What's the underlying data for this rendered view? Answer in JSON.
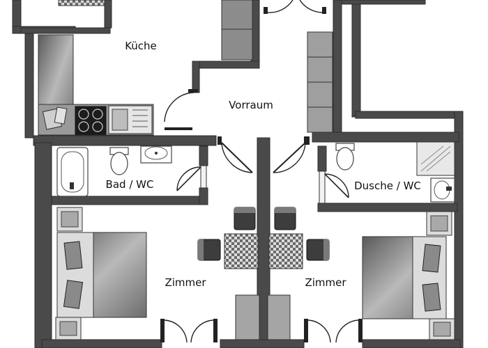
{
  "rooms": {
    "kitchen": "Küche",
    "hall": "Vorraum",
    "bath_left": "Bad / WC",
    "bath_right": "Dusche / WC",
    "room_left": "Zimmer",
    "room_right": "Zimmer"
  },
  "colors": {
    "wall": "#4a4a4a",
    "furniture": "#8c8c8c",
    "floor": "#ffffff"
  }
}
